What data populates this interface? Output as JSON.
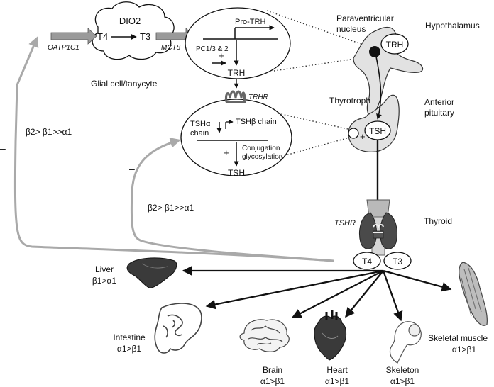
{
  "hypothalamus": {
    "title": "Hypothalamus",
    "nucleus_line1": "Paraventricular",
    "nucleus_line2": "nucleus",
    "trh_node": "TRH"
  },
  "glial_cell": {
    "cloud_label": "DIO2",
    "t4": "T4",
    "t3": "T3",
    "transporter_in": "OATP1C1",
    "transporter_out": "MCT8",
    "caption": "Glial cell/tanycyte"
  },
  "trh_neuron": {
    "gene": "Pro-TRH",
    "processing": "PC1/3 & 2",
    "plus": "+",
    "product": "TRH"
  },
  "thyrotroph_cell": {
    "receptor": "TRHR",
    "alpha_line1": "TSHα",
    "alpha_line2": "chain",
    "beta": "TSHβ chain",
    "conj_line1": "Conjugation",
    "conj_line2": "glycosylation",
    "plus": "+",
    "product": "TSH"
  },
  "pituitary": {
    "cell_label": "Thyrotroph",
    "title_line1": "Anterior",
    "title_line2": "pituitary",
    "tsh_node": "TSH",
    "plus": "+"
  },
  "thyroid": {
    "title": "Thyroid",
    "receptor": "TSHR",
    "t4": "T4",
    "t3": "T3"
  },
  "feedback": {
    "outer_selectivity": "β2> β1>>α1",
    "inner_selectivity": "β2> β1>>α1",
    "outer_sign": "–",
    "inner_sign": "–"
  },
  "tissues": [
    {
      "id": "liver",
      "name": "Liver",
      "receptor": "β1>α1"
    },
    {
      "id": "intestine",
      "name": "Intestine",
      "receptor": "α1>β1"
    },
    {
      "id": "brain",
      "name": "Brain",
      "receptor": "α1>β1"
    },
    {
      "id": "heart",
      "name": "Heart",
      "receptor": "α1>β1"
    },
    {
      "id": "skeleton",
      "name": "Skeleton",
      "receptor": "α1>β1"
    },
    {
      "id": "skeletal-muscle",
      "name": "Skeletal muscle",
      "receptor": "α1>β1"
    }
  ],
  "colors": {
    "line": "#111111",
    "feedback_arrow": "#a9a9a9",
    "transporter_fill": "#9a9a9a",
    "anatomy_fill": "#e2e2e2",
    "organ_dark": "#3a3a3a"
  }
}
